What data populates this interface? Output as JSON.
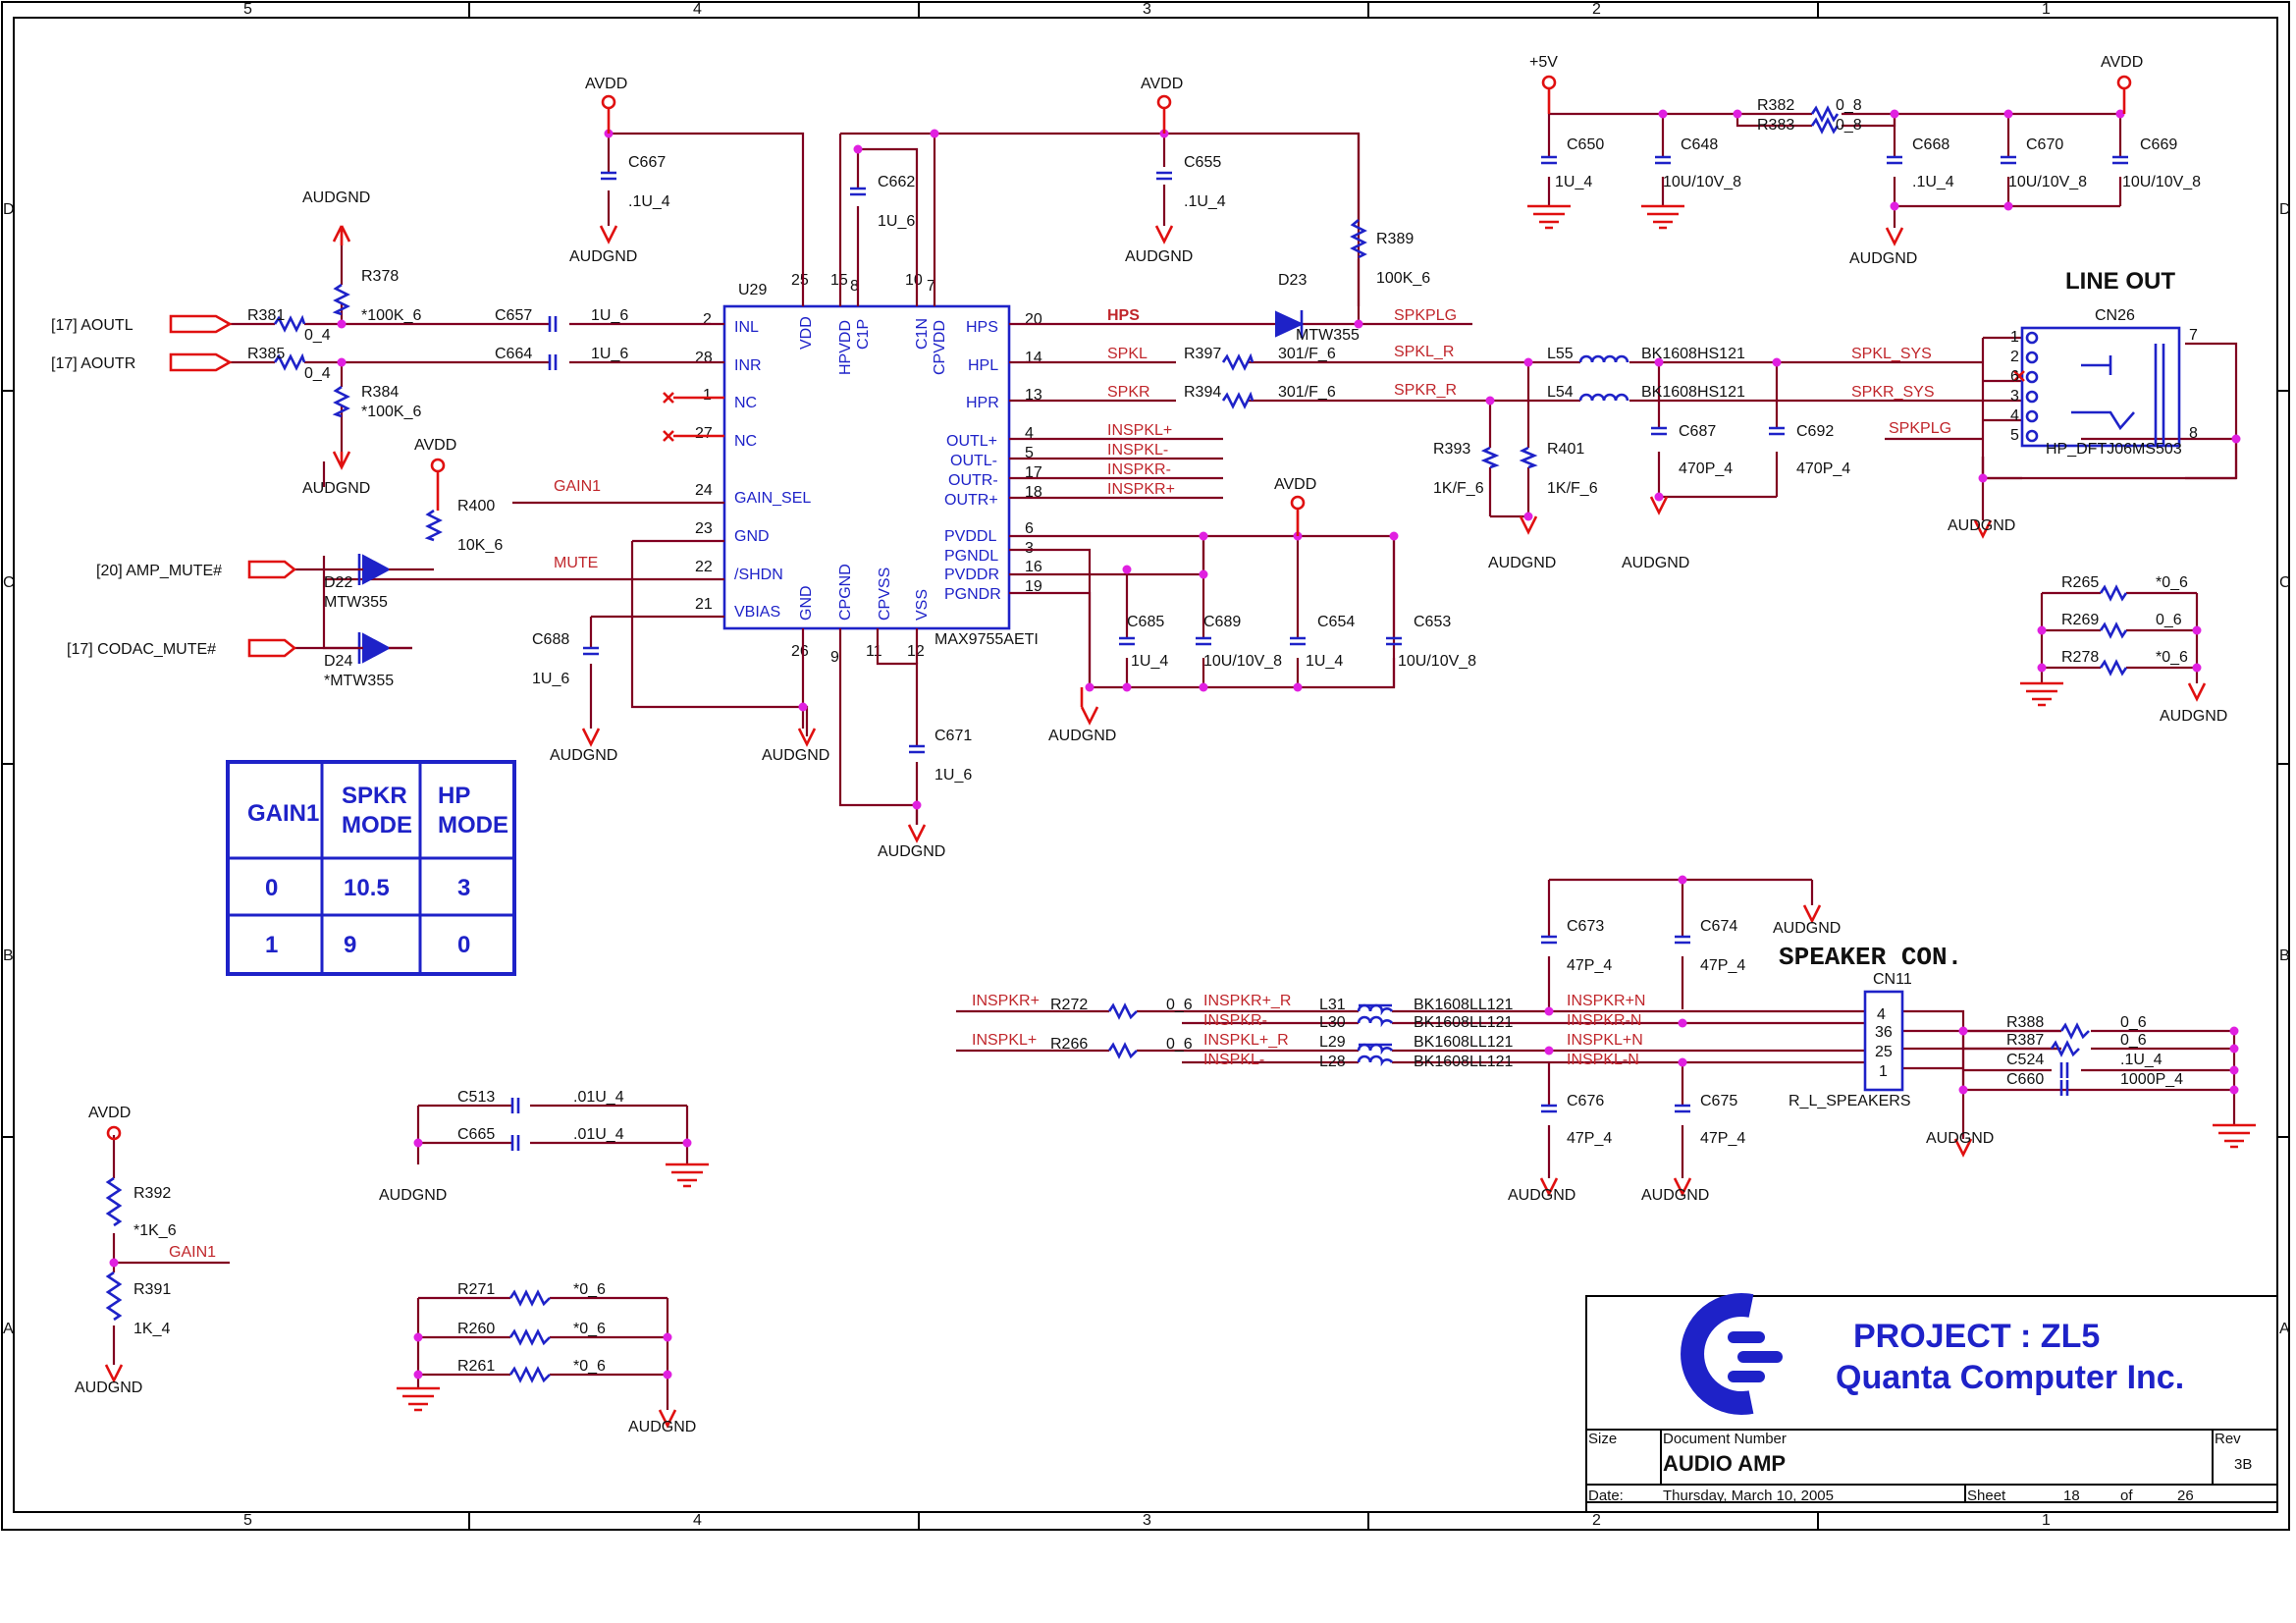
{
  "border_columns": [
    "5",
    "4",
    "3",
    "2",
    "1"
  ],
  "border_rows": [
    "D",
    "C",
    "B",
    "A"
  ],
  "ic": {
    "ref": "U29",
    "part": "MAX9755AETI",
    "pins_left": [
      "INL",
      "INR",
      "NC",
      "NC",
      "GAIN_SEL",
      "GND",
      "/SHDN",
      "VBIAS"
    ],
    "pins_left_nums": [
      "2",
      "28",
      "1",
      "27",
      "24",
      "23",
      "22",
      "21"
    ],
    "pins_right": [
      "HPS",
      "HPL",
      "HPR",
      "OUTL+",
      "OUTL-",
      "OUTR-",
      "OUTR+",
      "PVDDL",
      "PGNDL",
      "PVDDR",
      "PGNDR"
    ],
    "pins_right_nums": [
      "20",
      "14",
      "13",
      "4",
      "5",
      "17",
      "18",
      "6",
      "3",
      "16",
      "19"
    ],
    "pins_top": [
      "VDD",
      "HPVDD",
      "C1P",
      "C1N",
      "CPVDD"
    ],
    "pins_top_nums": [
      "25",
      "15",
      "8",
      "10",
      "7"
    ],
    "pins_bottom": [
      "GND",
      "CPGND",
      "CPVSS",
      "VSS"
    ],
    "pins_bottom_nums": [
      "26",
      "9",
      "11",
      "12"
    ]
  },
  "nets": {
    "avdd": "AVDD",
    "audgnd": "AUDGND",
    "plus5v": "+5V",
    "aoutl": "[17]  AOUTL",
    "aoutr": "[17]  AOUTR",
    "amp_mute": "[20]  AMP_MUTE#",
    "codac_mute": "[17]  CODAC_MUTE#",
    "gain1": "GAIN1",
    "mute": "MUTE",
    "hps": "HPS",
    "spkplg": "SPKPLG",
    "spkl": "SPKL",
    "spkr": "SPKR",
    "spkl_r": "SPKL_R",
    "spkr_r": "SPKR_R",
    "spkl_sys": "SPKL_SYS",
    "spkr_sys": "SPKR_SYS",
    "inspklp": "INSPKL+",
    "inspklm": "INSPKL-",
    "inspkrm": "INSPKR-",
    "inspkrp": "INSPKR+",
    "inspkrp_r": "INSPKR+_R",
    "inspkl_r": "INSPKL+_R",
    "inspkrp_n": "INSPKR+N",
    "inspkrm_n": "INSPKR-N",
    "inspklp_n": "INSPKL+N",
    "inspklm_n": "INSPKL-N"
  },
  "components": {
    "r378": "R378",
    "r378v": "*100K_6",
    "r381": "R381",
    "r381v": "0_4",
    "r385": "R385",
    "r385v": "0_4",
    "r384": "R384",
    "r384v": "*100K_6",
    "c657": "C657",
    "c657v": "1U_6",
    "c664": "C664",
    "c664v": "1U_6",
    "r400": "R400",
    "r400v": "10K_6",
    "d22": "D22",
    "d22v": "MTW355",
    "d24": "D24",
    "d24v": "*MTW355",
    "c688": "C688",
    "c688v": "1U_6",
    "c667": "C667",
    "c667v": ".1U_4",
    "c662": "C662",
    "c662v": "1U_6",
    "c655": "C655",
    "c655v": ".1U_4",
    "r389": "R389",
    "r389v": "100K_6",
    "d23": "D23",
    "d23v": "MTW355",
    "r397": "R397",
    "r397v": "301/F_6",
    "r394": "R394",
    "r394v": "301/F_6",
    "c671": "C671",
    "c671v": "1U_6",
    "c685": "C685",
    "c685v": "1U_4",
    "c689": "C689",
    "c689v": "10U/10V_8",
    "c654": "C654",
    "c654v": "1U_4",
    "c653": "C653",
    "c653v": "10U/10V_8",
    "l55": "L55",
    "l55v": "BK1608HS121",
    "l54": "L54",
    "l54v": "BK1608HS121",
    "r393": "R393",
    "r393v": "1K/F_6",
    "r401": "R401",
    "r401v": "1K/F_6",
    "c687": "C687",
    "c687v": "470P_4",
    "c692": "C692",
    "c692v": "470P_4",
    "c650": "C650",
    "c650v": "1U_4",
    "c648": "C648",
    "c648v": "10U/10V_8",
    "r382": "R382",
    "r382v": "0_8",
    "r383": "R383",
    "r383v": "0_8",
    "c668": "C668",
    "c668v": ".1U_4",
    "c670": "C670",
    "c670v": "10U/10V_8",
    "c669": "C669",
    "c669v": "10U/10V_8",
    "cn26": "CN26",
    "cn26v": "HP_DFTJ06MS503",
    "cn26_pins": [
      "1",
      "2",
      "6",
      "3",
      "4",
      "5",
      "7",
      "8"
    ],
    "r265": "R265",
    "r265v": "*0_6",
    "r269": "R269",
    "r269v": "0_6",
    "r278": "R278",
    "r278v": "*0_6",
    "c673": "C673",
    "c673v": "47P_4",
    "c674": "C674",
    "c674v": "47P_4",
    "c676": "C676",
    "c676v": "47P_4",
    "c675": "C675",
    "c675v": "47P_4",
    "r272": "R272",
    "r272v": "0_6",
    "r266": "R266",
    "r266v": "0_6",
    "l31": "L31",
    "l30": "L30",
    "l29": "L29",
    "l28": "L28",
    "lxxv": "BK1608LL121",
    "cn11": "CN11",
    "cn11v": "R_L_SPEAKERS",
    "cn11_pins": [
      "4",
      "36",
      "25",
      "1"
    ],
    "r388": "R388",
    "r388v": "0_6",
    "r387": "R387",
    "r387v": "0_6",
    "c524": "C524",
    "c524v": ".1U_4",
    "c660": "C660",
    "c660v": "1000P_4",
    "c513": "C513",
    "c513v": ".01U_4",
    "c665": "C665",
    "c665v": ".01U_4",
    "r392": "R392",
    "r392v": "*1K_6",
    "r391": "R391",
    "r391v": "1K_4",
    "r271": "R271",
    "r271v": "*0_6",
    "r260": "R260",
    "r260v": "*0_6",
    "r261": "R261",
    "r261v": "*0_6"
  },
  "headings": {
    "line_out": "LINE OUT",
    "speaker_con": "SPEAKER CON."
  },
  "gain_table": {
    "headers": [
      "GAIN1",
      "SPKR MODE",
      "HP MODE"
    ],
    "header_lines": [
      [
        "GAIN1"
      ],
      [
        "SPKR",
        "MODE"
      ],
      [
        "HP",
        "MODE"
      ]
    ],
    "rows": [
      [
        "0",
        "10.5",
        "3"
      ],
      [
        "1",
        "9",
        "0"
      ]
    ]
  },
  "title_block": {
    "project": "PROJECT : ZL5",
    "company": "Quanta Computer Inc.",
    "size_label": "Size",
    "doc_number_label": "Document Number",
    "doc_title": "AUDIO AMP",
    "rev_label": "Rev",
    "rev": "3B",
    "date_label": "Date:",
    "date": "Thursday, March 10, 2005",
    "sheet_label": "Sheet",
    "sheet": "18",
    "of_label": "of",
    "total": "26"
  },
  "colors": {
    "wire": "#800020",
    "symbol": "#1e22c8",
    "power": "#e01010",
    "net_label": "#c0262b",
    "junction": "#e020e0"
  }
}
